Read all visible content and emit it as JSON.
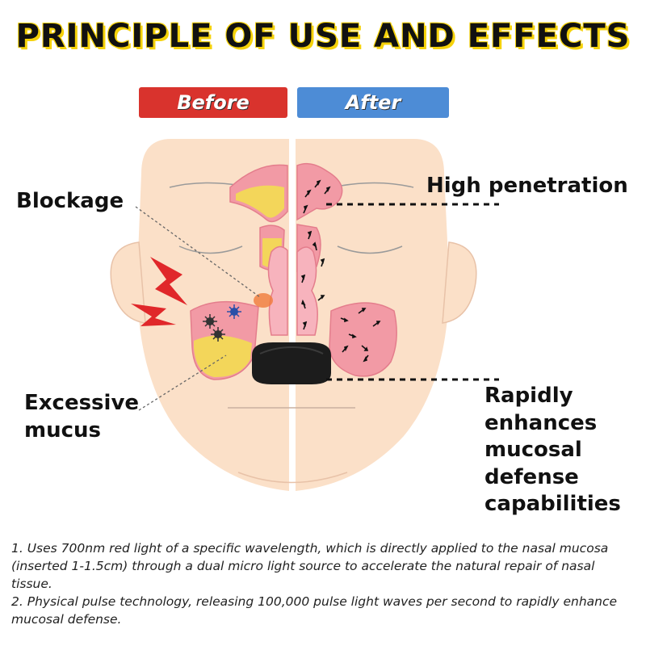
{
  "title": "PRINCIPLE OF USE AND EFFECTS",
  "tabs": {
    "before": "Before",
    "after": "After"
  },
  "labels": {
    "blockage": "Blockage",
    "excessive_mucus": "Excessive mucus",
    "high_penetration": "High penetration",
    "defense": "Rapidly enhances mucosal defense capabilities"
  },
  "notes": [
    "1. Uses 700nm red light of a specific wavelength, which is directly applied to the nasal mucosa (inserted 1-1.5cm) through a dual micro light source to accelerate the natural repair of nasal tissue.",
    "2. Physical pulse technology, releasing 100,000 pulse light waves per second to rapidly enhance mucosal defense."
  ],
  "colors": {
    "title_outline": "#f5d20a",
    "before_tab": "#d9332d",
    "after_tab": "#4d8cd6",
    "skin": "#fbe0c8",
    "sinus": "#f29aa5",
    "mucus": "#f3d65a"
  },
  "icons": {
    "pain": "lightning-bolt-icon",
    "germ": "germ-icon",
    "flow": "arrow-icon",
    "device": "nasal-device-icon"
  }
}
